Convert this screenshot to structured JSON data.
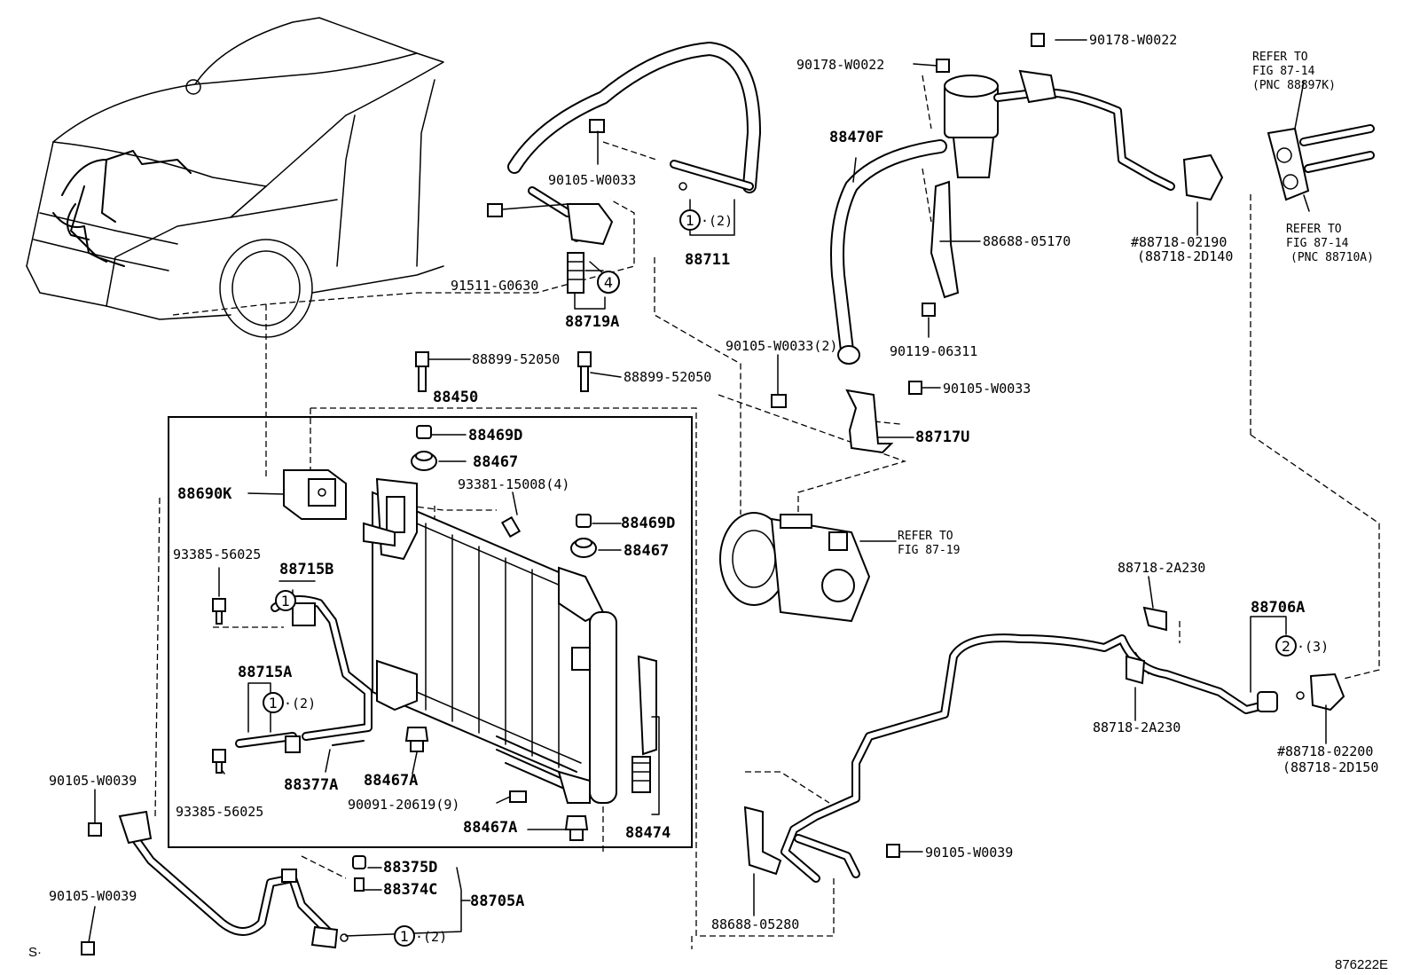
{
  "figure_id": "876222E",
  "corner_mark": "S·",
  "labels": {
    "p88711": "88711",
    "p90105_w0033_a": "90105-W0033",
    "p91511_g0630": "91511-G0630",
    "p88719a": "88719A",
    "qty4": "4",
    "qty1_88711": "1",
    "paren2_88711": "·(2)",
    "p90178_w0022_a": "90178-W0022",
    "p90178_w0022_b": "90178-W0022",
    "p88470f": "88470F",
    "p88688_05170": "88688-05170",
    "p90119_06311": "90119-06311",
    "p90105_w0033_2": "90105-W0033(2)",
    "p90105_w0033_b": "90105-W0033",
    "p88717u": "88717U",
    "p88718_02190": "#88718-02190",
    "p88718_2d140": "(88718-2D140",
    "refer_top_1": "REFER TO",
    "refer_top_2": "FIG 87-14",
    "refer_top_3": "(PNC 88897K)",
    "refer_mid_1": "REFER TO",
    "refer_mid_2": "FIG 87-14",
    "refer_mid_3": "(PNC 88710A)",
    "p88899_52050_a": "88899-52050",
    "p88899_52050_b": "88899-52050",
    "p88450": "88450",
    "p88469d_a": "88469D",
    "p88467_a": "88467",
    "p93381_15008": "93381-15008(4)",
    "p88469d_b": "88469D",
    "p88467_b": "88467",
    "p88690k": "88690K",
    "p93385_56025_a": "93385-56025",
    "p88715b": "88715B",
    "qty1_88715b": "1",
    "p88715a": "88715A",
    "qty1_88715a": "1",
    "paren2_88715a": "·(2)",
    "p88377a": "88377A",
    "p88467a_a": "88467A",
    "p93385_56025_b": "93385-56025",
    "p90091_20619": "90091-20619(9)",
    "p88467a_b": "88467A",
    "p88474": "88474",
    "refer_comp_1": "REFER TO",
    "refer_comp_2": "FIG 87-19",
    "p88718_2a230_a": "88718-2A230",
    "p88718_2a230_b": "88718-2A230",
    "p88706a": "88706A",
    "qty2_88706a": "2",
    "paren3_88706a": "·(3)",
    "p88718_02200": "#88718-02200",
    "p88718_2d150": "(88718-2D150",
    "p90105_w0039_a": "90105-W0039",
    "p90105_w0039_b": "90105-W0039",
    "p90105_w0039_c": "90105-W0039",
    "p88375d": "88375D",
    "p88374c": "88374C",
    "p88705a": "88705A",
    "qty1_88705a": "1",
    "paren2_88705a": "·(2)",
    "p88688_05280": "88688-05280"
  }
}
